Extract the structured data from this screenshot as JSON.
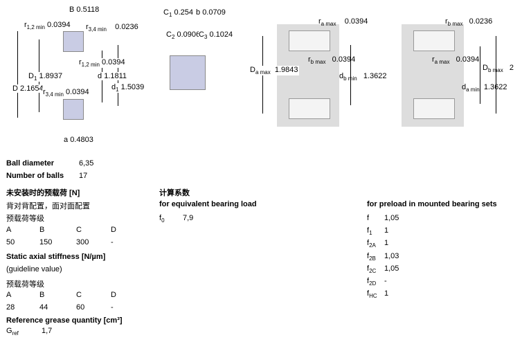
{
  "diagram1": {
    "B": "B",
    "B_val": "0.5118",
    "r12": "r",
    "r12_sub": "1,2 min",
    "r12_val": "0.0394",
    "r34": "r",
    "r34_sub": "3,4 min",
    "r34_val": "0.0236",
    "r12b": "r",
    "r12b_sub": "1,2 min",
    "r12b_val": "0.0394",
    "D1": "D",
    "D1_sub": "1",
    "D1_val": "1.8937",
    "d": "d",
    "d_val": "1.1811",
    "D": "D",
    "D_val": "2.1654",
    "r34b": "r",
    "r34b_sub": "3,4 min",
    "r34b_val": "0.0394",
    "d1": "d",
    "d1_sub": "1",
    "d1_val": "1.5039",
    "a": "a",
    "a_val": "0.4803"
  },
  "diagram2": {
    "C1": "C",
    "C1_sub": "1",
    "C1_val": "0.254",
    "b": "b",
    "b_val": "0.0709",
    "C2": "C",
    "C2_sub": "2",
    "C2_val": "0.0906",
    "C3": "C",
    "C3_sub": "3",
    "C3_val": "0.1024"
  },
  "diagram3": {
    "ra": "r",
    "ra_sub": "a max",
    "ra_val": "0.0394",
    "rb": "r",
    "rb_sub": "b max",
    "rb_val": "0.0394",
    "Da": "D",
    "Da_sub": "a max",
    "Da_val": "1.9843",
    "db": "d",
    "db_sub": "b min",
    "db_val": "1.3622"
  },
  "diagram4": {
    "rb": "r",
    "rb_sub": "b max",
    "rb_val": "0.0236",
    "ra": "r",
    "ra_sub": "a max",
    "ra_val": "0.0394",
    "Db": "D",
    "Db_sub": "b max",
    "Db_val": "2",
    "da": "d",
    "da_sub": "a min",
    "da_val": "1.3622"
  },
  "ball": {
    "diameter_label": "Ball diameter",
    "diameter": "6,35",
    "count_label": "Number of balls",
    "count": "17"
  },
  "preload": {
    "title": "未安装时的预载荷 [N]",
    "arrangement": "背对背配置，面对面配置",
    "class_label": "预载荷等级",
    "headers": [
      "A",
      "B",
      "C",
      "D"
    ],
    "values": [
      "50",
      "150",
      "300",
      "-"
    ]
  },
  "stiffness": {
    "title": "Static axial stiffness [N/µm]",
    "note": "(guideline value)",
    "class_label": "预载荷等级",
    "headers": [
      "A",
      "B",
      "C",
      "D"
    ],
    "values": [
      "28",
      "44",
      "60",
      "-"
    ]
  },
  "grease": {
    "title": "Reference grease quantity [cm³]",
    "label": "G",
    "label_sub": "ref",
    "value": "1,7"
  },
  "calc": {
    "title": "计算系数",
    "subtitle": "for equivalent bearing load",
    "f0": "f",
    "f0_sub": "0",
    "f0_val": "7,9"
  },
  "mounted": {
    "title": "for preload in mounted bearing sets",
    "rows": [
      {
        "l": "f",
        "s": "",
        "v": "1,05"
      },
      {
        "l": "f",
        "s": "1",
        "v": "1"
      },
      {
        "l": "f",
        "s": "2A",
        "v": "1"
      },
      {
        "l": "f",
        "s": "2B",
        "v": "1,03"
      },
      {
        "l": "f",
        "s": "2C",
        "v": "1,05"
      },
      {
        "l": "f",
        "s": "2D",
        "v": "-"
      },
      {
        "l": "f",
        "s": "HC",
        "v": "1"
      }
    ]
  }
}
